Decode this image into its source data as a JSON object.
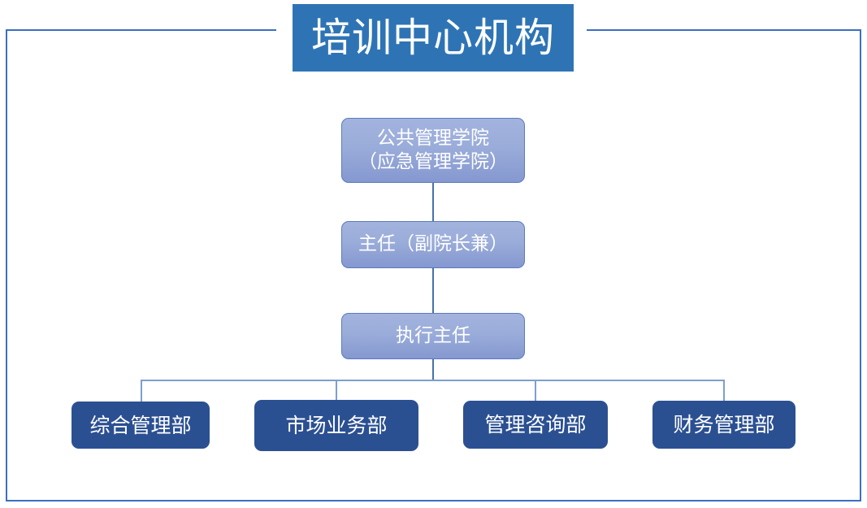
{
  "document": {
    "title": "培训中心机构",
    "accent_banner_color": "#2E74B5",
    "frame_color": "#3B6FC0",
    "node_light_color": "#9AACD9",
    "node_dark_color": "#2B5092",
    "connector_color": "#4472A8"
  },
  "org_chart": {
    "levels": [
      {
        "level": 1,
        "nodes": [
          {
            "id": "college",
            "lines": [
              "公共管理学院",
              "（应急管理学院）"
            ],
            "style": "light"
          }
        ]
      },
      {
        "level": 2,
        "nodes": [
          {
            "id": "director",
            "lines": [
              "主任（副院长兼）"
            ],
            "style": "light"
          }
        ]
      },
      {
        "level": 3,
        "nodes": [
          {
            "id": "executive-director",
            "lines": [
              "执行主任"
            ],
            "style": "light"
          }
        ]
      },
      {
        "level": 4,
        "nodes": [
          {
            "id": "general-management",
            "lines": [
              "综合管理部"
            ],
            "style": "dark"
          },
          {
            "id": "market-business",
            "lines": [
              "市场业务部"
            ],
            "style": "dark"
          },
          {
            "id": "management-consulting",
            "lines": [
              "管理咨询部"
            ],
            "style": "dark"
          },
          {
            "id": "financial-management",
            "lines": [
              "财务管理部"
            ],
            "style": "dark"
          }
        ]
      }
    ],
    "departments": [
      "综合管理部",
      "市场业务部",
      "管理咨询部",
      "财务管理部"
    ]
  }
}
